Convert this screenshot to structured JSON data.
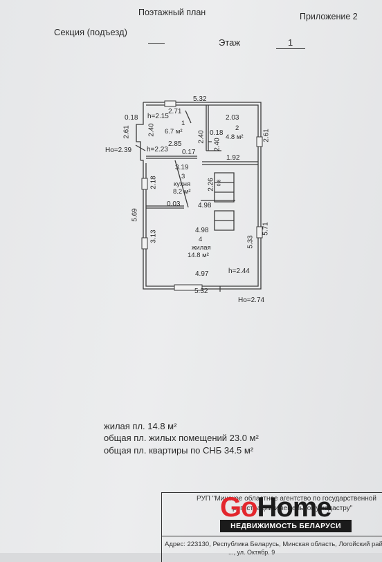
{
  "header": {
    "title": "Поэтажный план",
    "appendix": "Приложение  2",
    "section_label": "Секция (подъезд)",
    "section_value": "",
    "floor_label": "Этаж",
    "floor_value": "1"
  },
  "plan": {
    "dims": {
      "top_width": "5.32",
      "bottom_width": "5.32",
      "left_height": "5.69",
      "right_height": "5.71",
      "r1_top": "2.71",
      "r2_top": "2.03",
      "corner_a": "0.18",
      "left_small": "2.61",
      "right_small": "2.61",
      "r1_side": "2.40",
      "r2_side_a": "2.40",
      "r2_side_b": "2.40",
      "r2_small": "0.18",
      "r1_bottom": "2.85",
      "r1_gap": "0.17",
      "r2_bottom": "1.92",
      "kitchen_top": "3.19",
      "kitchen_left": "2.18",
      "kitchen_right": "2.26",
      "stair_w": "0.8",
      "partition": "0.03",
      "hall_w": "4.98",
      "living_w": "4.98",
      "living_left": "3.13",
      "living_right": "5.33",
      "living_bottom": "4.97",
      "h1": "h=2.15",
      "h2": "h=2.23",
      "h3": "h=2.44",
      "ho1": "Hо=2.39",
      "ho2": "Hо=2.74"
    },
    "rooms": [
      {
        "num": "1",
        "name": "",
        "area": "6.7 м²"
      },
      {
        "num": "2",
        "name": "",
        "area": "4.8 м²"
      },
      {
        "num": "3",
        "name": "кухня",
        "area": "8.2 м²"
      },
      {
        "num": "4",
        "name": "жилая",
        "area": "14.8 м²"
      }
    ]
  },
  "summary": {
    "living_area": "жилая пл.  14.8  м²",
    "total_living": "общая пл. жилых помещений  23.0  м²",
    "total_snb": "общая пл. квартиры по СНБ  34.5 м²"
  },
  "stamp": {
    "org_line1": "РУП \"Минское областное агентство по государственной",
    "org_line2": "регистрации и земельному кадастру\"",
    "address": "Адрес: 223130,  Республика Беларусь, Минская область, Логойский рай",
    "address2": "..., ул. Октябр. 9"
  },
  "watermark": {
    "brand_go": "Go",
    "brand_home": "Home",
    "tagline": "НЕДВИЖИМОСТЬ БЕЛАРУСИ",
    "brand_color": "#e3262d"
  }
}
